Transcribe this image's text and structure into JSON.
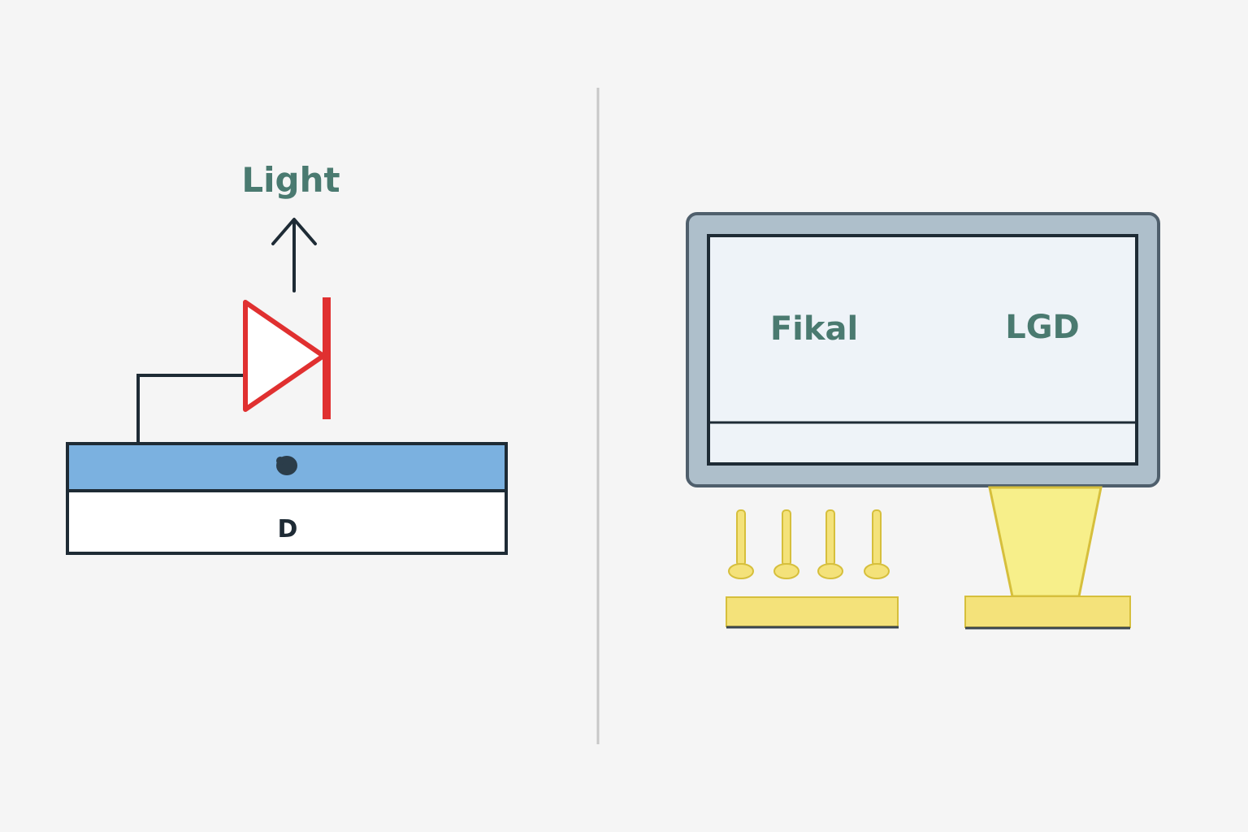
{
  "left_panel": {
    "light_label": "Light",
    "layer_label": "D"
  },
  "right_panel": {
    "screen_label_left": "Fikal",
    "screen_label_right": "LGD"
  },
  "colors": {
    "background": "#f5f5f5",
    "text_teal": "#4a7a70",
    "outline": "#1e2b35",
    "diode_red": "#e03030",
    "layer_blue": "#7bb1e0",
    "bezel_gray": "#aebfcb",
    "screen_fill": "#eef3f8",
    "connector_yellow": "#f4e27a",
    "divider": "#c8c8c8"
  },
  "icons": {
    "emission_arrow": "arrow-up-icon",
    "diode": "diode-symbol-icon",
    "dot": "dot-marker-icon"
  }
}
